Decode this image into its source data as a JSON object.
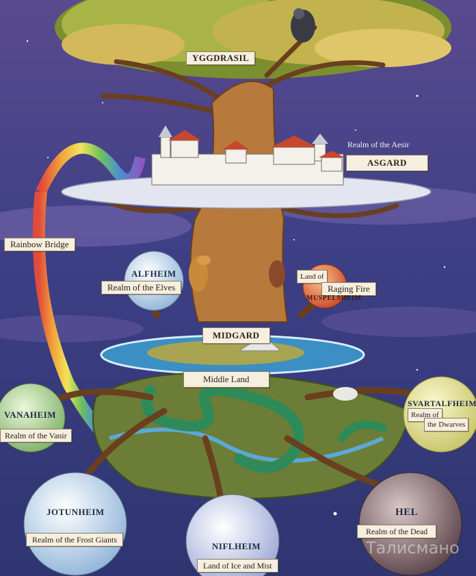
{
  "labels": {
    "yggdrasil": "YGGDRASIL",
    "asgard_sub": "Realm of the Aesir",
    "asgard": "ASGARD",
    "rainbow_bridge": "Rainbow Bridge",
    "alfheim": "ALFHEIM",
    "alfheim_sub": "Realm of the Elves",
    "muspelheim_pre": "Land of",
    "muspelheim_fire": "Raging Fire",
    "muspelheim": "MUSPELSHEIM",
    "midgard": "MIDGARD",
    "middle_land": "Middle Land",
    "vanaheim": "VANAHEIM",
    "vanaheim_sub": "Realm of the Vanir",
    "svartalfheim": "SVARTALFHEIM",
    "svartalfheim_pre": "Realm of",
    "svartalfheim_sub": "the Dwarves",
    "jotunheim": "JOTUNHEIM",
    "jotunheim_sub": "Realm of the Frost Giants",
    "niflheim": "NIFLHEIM",
    "niflheim_sub": "Land of Ice and Mist",
    "hel": "HEL",
    "hel_sub": "Realm of the Dead"
  },
  "watermark": "Талисмано",
  "colors": {
    "sky": "#3a3a78",
    "foliage": "#8fa23a",
    "trunk": "#b7793c",
    "water": "#3b8fc4",
    "serpent": "#2f8a5a"
  }
}
